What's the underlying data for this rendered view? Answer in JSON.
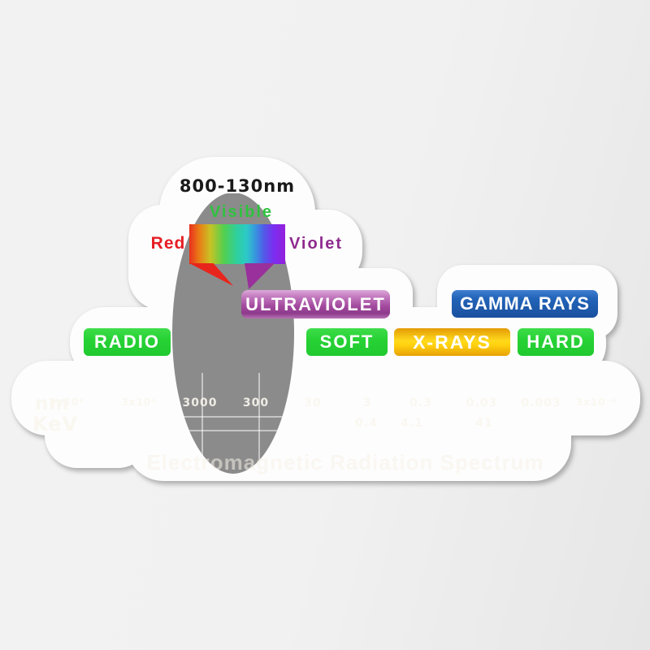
{
  "sticker": {
    "range_label": "800-130nm",
    "visible_spectrum": {
      "label": "Visible",
      "left_label": "Red",
      "right_label": "Violet"
    },
    "badges": {
      "ultraviolet": "ULTRAVIOLET",
      "gamma_rays": "GAMMA RAYS",
      "radio": "RADIO",
      "soft": "SOFT",
      "x_rays": "X-RAYS",
      "hard": "HARD"
    },
    "scale": {
      "nm_label": "nm",
      "kev_label": "KeV",
      "nm_ticks": [
        "3x10⁶",
        "3x10⁴",
        "3000",
        "300",
        "30",
        "3",
        "0.3",
        "0.03",
        "0.003",
        "3x10⁻⁴"
      ],
      "kev_ticks": [
        "0.4",
        "4.1",
        "41"
      ]
    },
    "title": "Electromagnetic Radiation Spectrum",
    "colors": {
      "background": "#f1f1f1",
      "sticker_white": "#fdfdfd",
      "ellipse_gray": "#8b8b8b",
      "green_badge": "#27d235",
      "xray_yellow": "#ffd91c",
      "gamma_blue": "#1e59ab",
      "uv_purple": "#a44ba0",
      "visible_green": "#2ec23e",
      "red_label": "#e61e25",
      "violet_label": "#8e2a8e"
    }
  }
}
